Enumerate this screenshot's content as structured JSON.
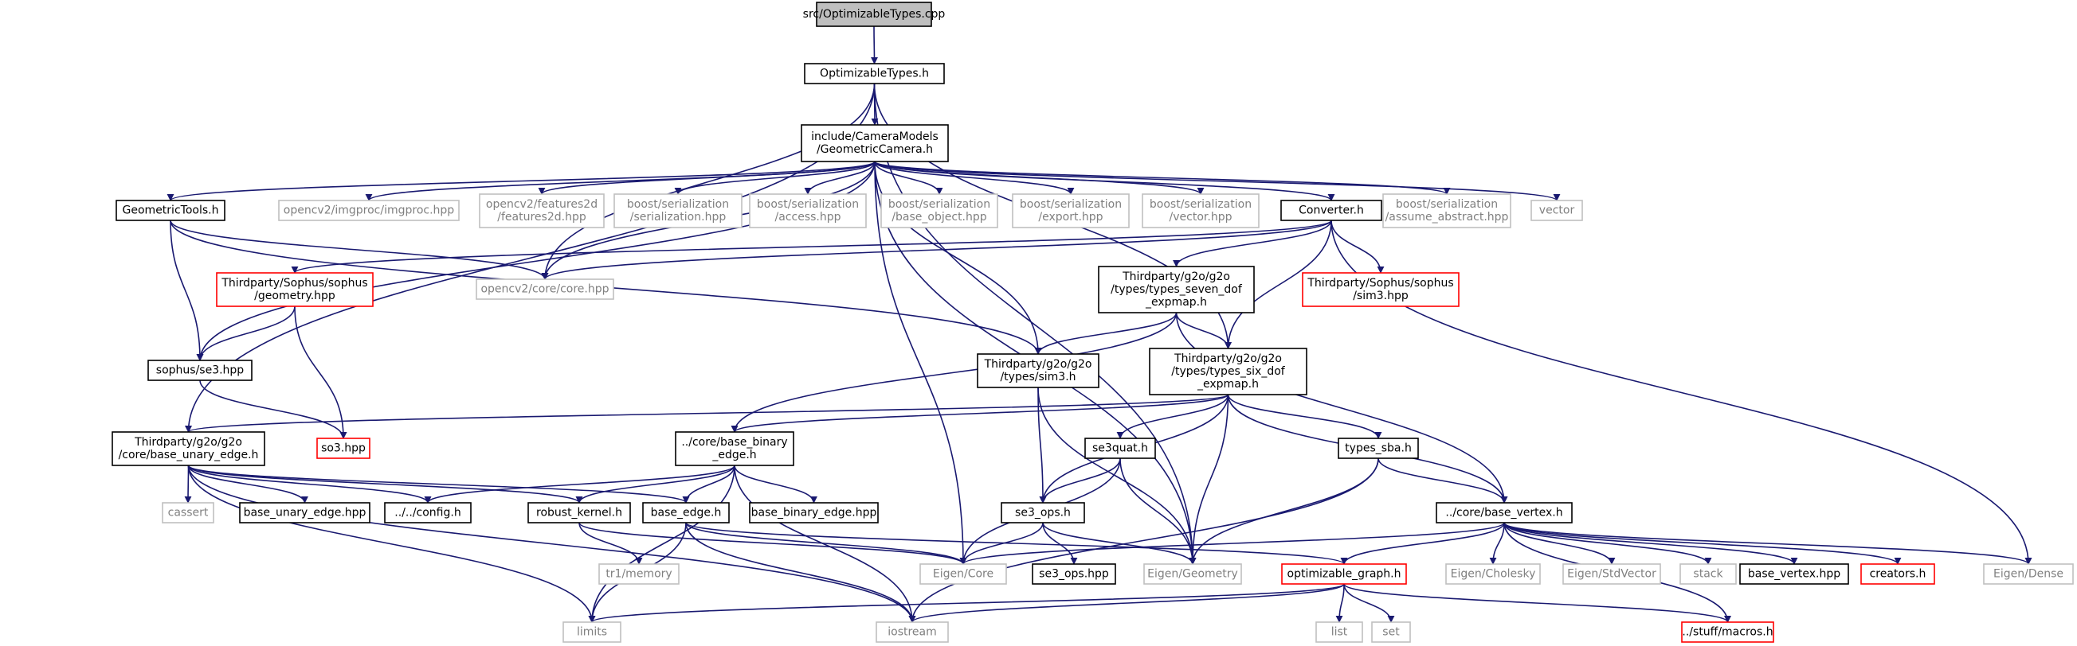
{
  "title": "src/OptimizableTypes.cpp",
  "colors": {
    "edge": "#191970",
    "root_fill": "#bfbfbf",
    "documented_border": "#000000",
    "external_border": "#bfbfbf",
    "truncated_border": "#ff0000",
    "external_text": "#808080"
  },
  "nodes": [
    {
      "id": "root",
      "lines": [
        "src/OptimizableTypes.cpp"
      ],
      "kind": "root"
    },
    {
      "id": "opt_types",
      "lines": [
        "OptimizableTypes.h"
      ],
      "kind": "doc"
    },
    {
      "id": "geo_cam",
      "lines": [
        "include/CameraModels",
        "/GeometricCamera.h"
      ],
      "kind": "doc"
    },
    {
      "id": "geo_tools",
      "lines": [
        "GeometricTools.h"
      ],
      "kind": "doc"
    },
    {
      "id": "imgproc",
      "lines": [
        "opencv2/imgproc/imgproc.hpp"
      ],
      "kind": "ext"
    },
    {
      "id": "features2d",
      "lines": [
        "opencv2/features2d",
        "/features2d.hpp"
      ],
      "kind": "ext"
    },
    {
      "id": "ser_ser",
      "lines": [
        "boost/serialization",
        "/serialization.hpp"
      ],
      "kind": "ext"
    },
    {
      "id": "ser_access",
      "lines": [
        "boost/serialization",
        "/access.hpp"
      ],
      "kind": "ext"
    },
    {
      "id": "ser_base",
      "lines": [
        "boost/serialization",
        "/base_object.hpp"
      ],
      "kind": "ext"
    },
    {
      "id": "ser_export",
      "lines": [
        "boost/serialization",
        "/export.hpp"
      ],
      "kind": "ext"
    },
    {
      "id": "ser_vector",
      "lines": [
        "boost/serialization",
        "/vector.hpp"
      ],
      "kind": "ext"
    },
    {
      "id": "converter",
      "lines": [
        "Converter.h"
      ],
      "kind": "doc"
    },
    {
      "id": "ser_assume",
      "lines": [
        "boost/serialization",
        "/assume_abstract.hpp"
      ],
      "kind": "ext"
    },
    {
      "id": "vector",
      "lines": [
        "vector"
      ],
      "kind": "ext"
    },
    {
      "id": "sophus_geo",
      "lines": [
        "Thirdparty/Sophus/sophus",
        "/geometry.hpp"
      ],
      "kind": "trunc"
    },
    {
      "id": "cv_core",
      "lines": [
        "opencv2/core/core.hpp"
      ],
      "kind": "ext"
    },
    {
      "id": "seven_dof",
      "lines": [
        "Thirdparty/g2o/g2o",
        "/types/types_seven_dof",
        "_expmap.h"
      ],
      "kind": "doc"
    },
    {
      "id": "sophus_sim3",
      "lines": [
        "Thirdparty/Sophus/sophus",
        "/sim3.hpp"
      ],
      "kind": "trunc"
    },
    {
      "id": "se3hpp",
      "lines": [
        "sophus/se3.hpp"
      ],
      "kind": "doc"
    },
    {
      "id": "sim3h",
      "lines": [
        "Thirdparty/g2o/g2o",
        "/types/sim3.h"
      ],
      "kind": "doc"
    },
    {
      "id": "six_dof",
      "lines": [
        "Thirdparty/g2o/g2o",
        "/types/types_six_dof",
        "_expmap.h"
      ],
      "kind": "doc"
    },
    {
      "id": "so3",
      "lines": [
        "so3.hpp"
      ],
      "kind": "trunc"
    },
    {
      "id": "unary_edge",
      "lines": [
        "Thirdparty/g2o/g2o",
        "/core/base_unary_edge.h"
      ],
      "kind": "doc"
    },
    {
      "id": "binary_edge",
      "lines": [
        "../core/base_binary",
        "_edge.h"
      ],
      "kind": "doc"
    },
    {
      "id": "se3quat",
      "lines": [
        "se3quat.h"
      ],
      "kind": "doc"
    },
    {
      "id": "types_sba",
      "lines": [
        "types_sba.h"
      ],
      "kind": "doc"
    },
    {
      "id": "cassert",
      "lines": [
        "cassert"
      ],
      "kind": "ext"
    },
    {
      "id": "unary_hpp",
      "lines": [
        "base_unary_edge.hpp"
      ],
      "kind": "doc"
    },
    {
      "id": "config",
      "lines": [
        "../../config.h"
      ],
      "kind": "doc"
    },
    {
      "id": "robust",
      "lines": [
        "robust_kernel.h"
      ],
      "kind": "doc"
    },
    {
      "id": "base_edge",
      "lines": [
        "base_edge.h"
      ],
      "kind": "doc"
    },
    {
      "id": "binary_hpp",
      "lines": [
        "base_binary_edge.hpp"
      ],
      "kind": "doc"
    },
    {
      "id": "se3_ops",
      "lines": [
        "se3_ops.h"
      ],
      "kind": "doc"
    },
    {
      "id": "base_vertex",
      "lines": [
        "../core/base_vertex.h"
      ],
      "kind": "doc"
    },
    {
      "id": "tr1mem",
      "lines": [
        "tr1/memory"
      ],
      "kind": "ext"
    },
    {
      "id": "eigen_core",
      "lines": [
        "Eigen/Core"
      ],
      "kind": "ext"
    },
    {
      "id": "se3_ops_hpp",
      "lines": [
        "se3_ops.hpp"
      ],
      "kind": "doc"
    },
    {
      "id": "eigen_geo",
      "lines": [
        "Eigen/Geometry"
      ],
      "kind": "ext"
    },
    {
      "id": "opt_graph",
      "lines": [
        "optimizable_graph.h"
      ],
      "kind": "trunc"
    },
    {
      "id": "eigen_chol",
      "lines": [
        "Eigen/Cholesky"
      ],
      "kind": "ext"
    },
    {
      "id": "eigen_stdvec",
      "lines": [
        "Eigen/StdVector"
      ],
      "kind": "ext"
    },
    {
      "id": "stack",
      "lines": [
        "stack"
      ],
      "kind": "ext"
    },
    {
      "id": "vertex_hpp",
      "lines": [
        "base_vertex.hpp"
      ],
      "kind": "doc"
    },
    {
      "id": "creators",
      "lines": [
        "creators.h"
      ],
      "kind": "trunc"
    },
    {
      "id": "eigen_dense",
      "lines": [
        "Eigen/Dense"
      ],
      "kind": "ext"
    },
    {
      "id": "list",
      "lines": [
        "list"
      ],
      "kind": "ext"
    },
    {
      "id": "set",
      "lines": [
        "set"
      ],
      "kind": "ext"
    },
    {
      "id": "limits",
      "lines": [
        "limits"
      ],
      "kind": "ext"
    },
    {
      "id": "iostream",
      "lines": [
        "iostream"
      ],
      "kind": "ext"
    },
    {
      "id": "macros",
      "lines": [
        "../stuff/macros.h"
      ],
      "kind": "trunc"
    }
  ],
  "edges": [
    [
      "root",
      "opt_types"
    ],
    [
      "opt_types",
      "geo_cam"
    ],
    [
      "opt_types",
      "unary_edge"
    ],
    [
      "opt_types",
      "cv_core"
    ],
    [
      "opt_types",
      "eigen_geo"
    ],
    [
      "opt_types",
      "six_dof"
    ],
    [
      "geo_cam",
      "geo_tools"
    ],
    [
      "geo_cam",
      "imgproc"
    ],
    [
      "geo_cam",
      "features2d"
    ],
    [
      "geo_cam",
      "ser_ser"
    ],
    [
      "geo_cam",
      "ser_access"
    ],
    [
      "geo_cam",
      "ser_base"
    ],
    [
      "geo_cam",
      "ser_export"
    ],
    [
      "geo_cam",
      "ser_vector"
    ],
    [
      "geo_cam",
      "converter"
    ],
    [
      "geo_cam",
      "ser_assume"
    ],
    [
      "geo_cam",
      "vector"
    ],
    [
      "geo_cam",
      "se3hpp"
    ],
    [
      "geo_cam",
      "cv_core"
    ],
    [
      "geo_cam",
      "eigen_core"
    ],
    [
      "geo_cam",
      "eigen_geo"
    ],
    [
      "geo_cam",
      "sim3h"
    ],
    [
      "geo_tools",
      "se3hpp"
    ],
    [
      "geo_tools",
      "cv_core"
    ],
    [
      "geo_tools",
      "sim3h"
    ],
    [
      "converter",
      "sophus_geo"
    ],
    [
      "converter",
      "cv_core"
    ],
    [
      "converter",
      "seven_dof"
    ],
    [
      "converter",
      "six_dof"
    ],
    [
      "converter",
      "sophus_sim3"
    ],
    [
      "converter",
      "eigen_dense"
    ],
    [
      "sophus_geo",
      "se3hpp"
    ],
    [
      "sophus_geo",
      "so3"
    ],
    [
      "se3hpp",
      "so3"
    ],
    [
      "seven_dof",
      "binary_edge"
    ],
    [
      "seven_dof",
      "sim3h"
    ],
    [
      "seven_dof",
      "six_dof"
    ],
    [
      "seven_dof",
      "base_vertex"
    ],
    [
      "sim3h",
      "se3_ops"
    ],
    [
      "sim3h",
      "eigen_geo"
    ],
    [
      "six_dof",
      "unary_edge"
    ],
    [
      "six_dof",
      "binary_edge"
    ],
    [
      "six_dof",
      "se3quat"
    ],
    [
      "six_dof",
      "types_sba"
    ],
    [
      "six_dof",
      "base_vertex"
    ],
    [
      "six_dof",
      "eigen_geo"
    ],
    [
      "six_dof",
      "se3_ops"
    ],
    [
      "unary_edge",
      "cassert"
    ],
    [
      "unary_edge",
      "unary_hpp"
    ],
    [
      "unary_edge",
      "config"
    ],
    [
      "unary_edge",
      "robust"
    ],
    [
      "unary_edge",
      "base_edge"
    ],
    [
      "unary_edge",
      "limits"
    ],
    [
      "unary_edge",
      "iostream"
    ],
    [
      "binary_edge",
      "config"
    ],
    [
      "binary_edge",
      "robust"
    ],
    [
      "binary_edge",
      "base_edge"
    ],
    [
      "binary_edge",
      "binary_hpp"
    ],
    [
      "binary_edge",
      "limits"
    ],
    [
      "binary_edge",
      "iostream"
    ],
    [
      "se3quat",
      "se3_ops"
    ],
    [
      "se3quat",
      "eigen_core"
    ],
    [
      "se3quat",
      "eigen_geo"
    ],
    [
      "types_sba",
      "base_vertex"
    ],
    [
      "types_sba",
      "eigen_geo"
    ],
    [
      "types_sba",
      "iostream"
    ],
    [
      "robust",
      "tr1mem"
    ],
    [
      "robust",
      "eigen_core"
    ],
    [
      "base_edge",
      "eigen_core"
    ],
    [
      "base_edge",
      "opt_graph"
    ],
    [
      "base_edge",
      "limits"
    ],
    [
      "base_edge",
      "iostream"
    ],
    [
      "se3_ops",
      "eigen_core"
    ],
    [
      "se3_ops",
      "se3_ops_hpp"
    ],
    [
      "se3_ops",
      "eigen_geo"
    ],
    [
      "base_vertex",
      "eigen_core"
    ],
    [
      "base_vertex",
      "opt_graph"
    ],
    [
      "base_vertex",
      "eigen_chol"
    ],
    [
      "base_vertex",
      "eigen_stdvec"
    ],
    [
      "base_vertex",
      "stack"
    ],
    [
      "base_vertex",
      "vertex_hpp"
    ],
    [
      "base_vertex",
      "creators"
    ],
    [
      "base_vertex",
      "eigen_dense"
    ],
    [
      "base_vertex",
      "macros"
    ],
    [
      "opt_graph",
      "list"
    ],
    [
      "opt_graph",
      "set"
    ],
    [
      "opt_graph",
      "limits"
    ],
    [
      "opt_graph",
      "iostream"
    ],
    [
      "opt_graph",
      "macros"
    ]
  ]
}
